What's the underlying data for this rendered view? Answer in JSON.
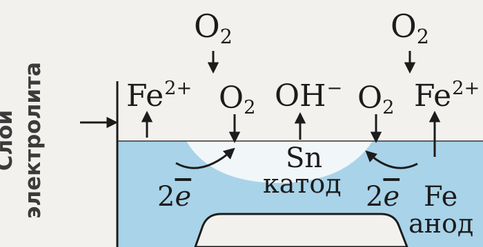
{
  "side_label": {
    "line1": "Слой",
    "line2": "электролита"
  },
  "top_left_o2": {
    "base": "O",
    "sub": "2"
  },
  "top_right_o2": {
    "base": "O",
    "sub": "2"
  },
  "fe_left": {
    "base": "Fe",
    "sup": "2+"
  },
  "fe_right": {
    "base": "Fe",
    "sup": "2+"
  },
  "o2_mid_left": {
    "base": "O",
    "sub": "2"
  },
  "o2_mid_right": {
    "base": "O",
    "sub": "2"
  },
  "hydroxide": {
    "base": "OH",
    "sup": "−"
  },
  "cathode": {
    "metal": "Sn",
    "label": "катод"
  },
  "anode": {
    "metal": "Fe",
    "label": "анод"
  },
  "electrons_left": {
    "coef": "2",
    "symbol": "e"
  },
  "electrons_right": {
    "coef": "2",
    "symbol": "e"
  },
  "colors": {
    "electrolyte": "#a9d3e8",
    "cathode_fill": "#f1f6f9",
    "ink": "#1c1c1c",
    "background": "#f3f1ee"
  }
}
